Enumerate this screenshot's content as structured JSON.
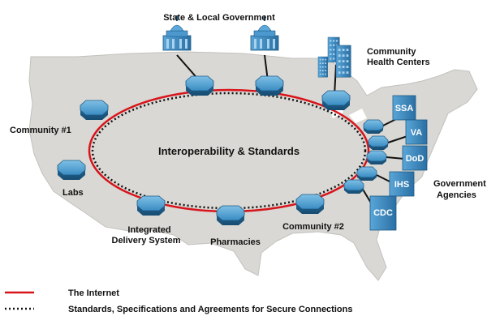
{
  "labels": {
    "state_local_government": "State & Local Government",
    "community_health_centers_line1": "Community",
    "community_health_centers_line2": "Health Centers",
    "community_1": "Community #1",
    "labs": "Labs",
    "integrated_line1": "Integrated",
    "integrated_line2": "Delivery System",
    "pharmacies": "Pharmacies",
    "community_2": "Community #2",
    "government_agencies_line1": "Government",
    "government_agencies_line2": "Agencies",
    "center": "Interoperability & Standards"
  },
  "agencies": [
    "SSA",
    "VA",
    "DoD",
    "IHS",
    "CDC"
  ],
  "legend": {
    "internet": "The Internet",
    "standards": "Standards, Specifications and Agreements for Secure Connections"
  },
  "colors": {
    "internet_line": "#d8141b",
    "map_fill": "#d9d8d4",
    "node_blue": "#2c78a8",
    "building_blue": "#3b88be"
  }
}
